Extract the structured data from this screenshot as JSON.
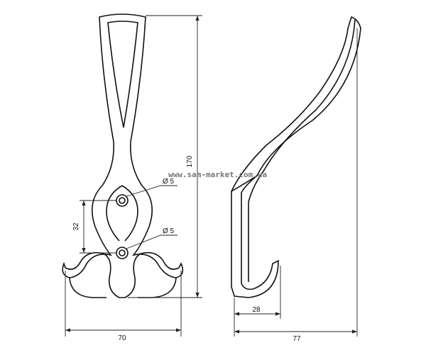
{
  "drawing": {
    "watermark": "www.sam-market.com.ua",
    "dimensions": {
      "total_height": "170",
      "hole_spacing": "32",
      "width": "70",
      "hook_depth": "28",
      "depth": "77",
      "hole_upper": "Ø 5",
      "hole_lower": "Ø 5"
    }
  }
}
